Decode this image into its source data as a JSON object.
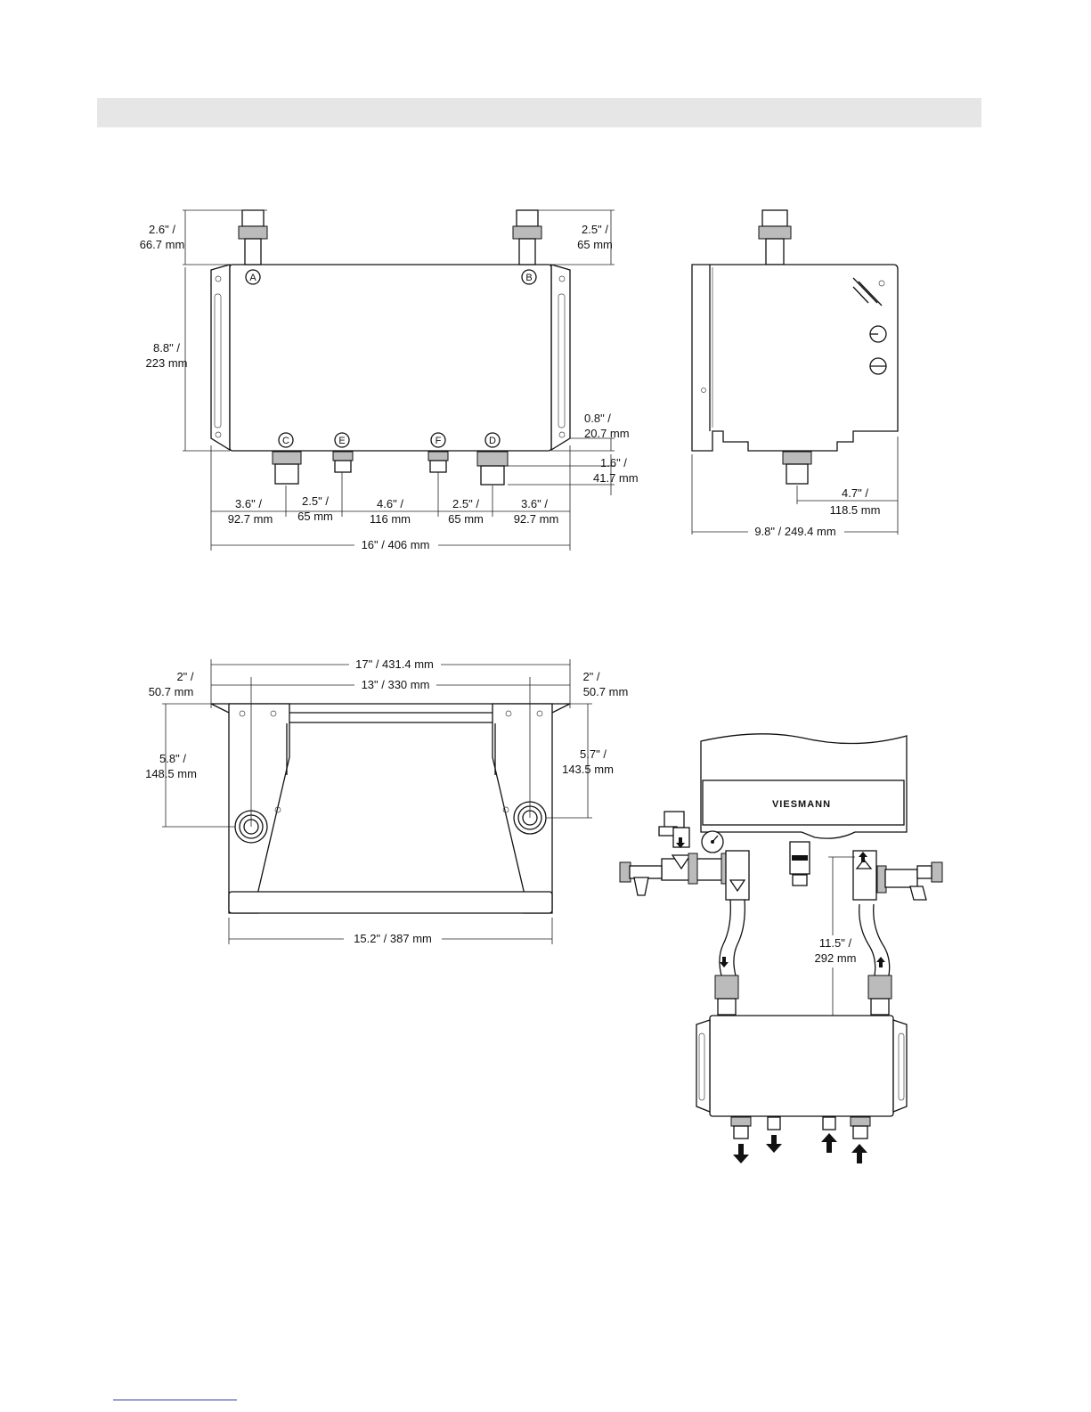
{
  "header": {
    "title": ""
  },
  "top_view": {
    "connections": [
      "A",
      "B",
      "C",
      "E",
      "F",
      "D"
    ],
    "dims": {
      "left_top": [
        "2.6\" /",
        "66.7 mm"
      ],
      "right_top": [
        "2.5\" /",
        "65 mm"
      ],
      "height": [
        "8.8\" /",
        "223 mm"
      ],
      "bottom_offset": [
        "0.8\" /",
        "20.7 mm"
      ],
      "bottom_fitting": [
        "1.6\" /",
        "41.7 mm"
      ],
      "seg1": [
        "3.6\" /",
        "92.7 mm"
      ],
      "seg2": [
        "2.5\" /",
        "65 mm"
      ],
      "seg3": [
        "4.6\" /",
        "116 mm"
      ],
      "seg4": [
        "2.5\" /",
        "65 mm"
      ],
      "seg5": [
        "3.6\" /",
        "92.7 mm"
      ],
      "overall": "16\" / 406 mm"
    }
  },
  "side_view": {
    "dims": {
      "fitting_offset": [
        "4.7\" /",
        "118.5 mm"
      ],
      "depth": "9.8\" / 249.4 mm"
    }
  },
  "bracket_view": {
    "dims": {
      "overall_top": "17\" / 431.4 mm",
      "inner_top": "13\" / 330 mm",
      "left_side": [
        "2\" /",
        "50.7 mm"
      ],
      "right_side": [
        "2\" /",
        "50.7 mm"
      ],
      "left_height": [
        "5.8\" /",
        "148.5 mm"
      ],
      "right_height": [
        "5.7\" /",
        "143.5 mm"
      ],
      "bottom": "15.2\" / 387 mm"
    }
  },
  "install_view": {
    "brand": "VIESMANN",
    "dims": {
      "spacing": [
        "11.5\" /",
        "292 mm"
      ]
    }
  },
  "colors": {
    "header_band": "#e6e6e6",
    "footer_rule": "#2a3da8",
    "line": "#111111"
  }
}
